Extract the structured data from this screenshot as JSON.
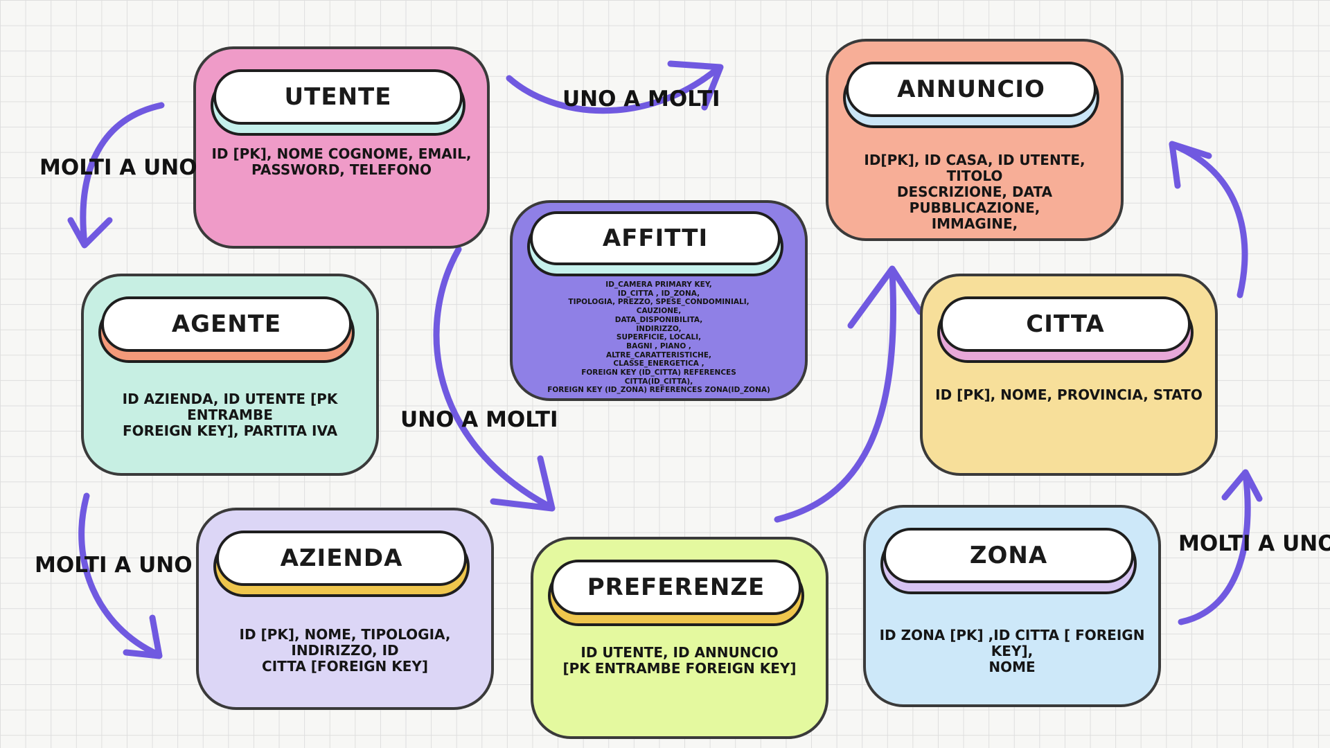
{
  "colors": {
    "arrow": "#7059e0",
    "utente": "#ef9bc8",
    "annuncio": "#f7ae97",
    "affitti": "#8f80e6",
    "agente": "#c7efe3",
    "citta": "#f7df9a",
    "azienda": "#dcd6f6",
    "preferenze": "#e4f99f",
    "zona": "#cde8f9"
  },
  "entities": {
    "utente": {
      "title": "UTENTE",
      "body": [
        "ID [PK], NOME COGNOME, EMAIL,",
        "PASSWORD, TELEFONO"
      ]
    },
    "annuncio": {
      "title": "ANNUNCIO",
      "body": [
        "ID[PK], ID CASA, ID UTENTE, TITOLO",
        "DESCRIZIONE, DATA PUBBLICAZIONE,",
        "IMMAGINE,"
      ]
    },
    "affitti": {
      "title": "AFFITTI",
      "body": [
        "ID_CAMERA PRIMARY KEY,",
        "ID_CITTA , ID_ZONA,",
        "TIPOLOGIA, PREZZO, SPESE_CONDOMINIALI,",
        "CAUZIONE,",
        "DATA_DISPONIBILITA,",
        "INDIRIZZO,",
        "SUPERFICIE, LOCALI,",
        "BAGNI , PIANO ,",
        "ALTRE_CARATTERISTICHE,",
        "CLASSE_ENERGETICA ,",
        "FOREIGN KEY (ID_CITTA) REFERENCES",
        "CITTA(ID_CITTA),",
        "FOREIGN KEY (ID_ZONA) REFERENCES ZONA(ID_ZONA)"
      ]
    },
    "agente": {
      "title": "AGENTE",
      "body": [
        "ID AZIENDA, ID UTENTE [PK ENTRAMBE",
        "FOREIGN KEY], PARTITA IVA"
      ]
    },
    "citta": {
      "title": "CITTA",
      "body": [
        "ID [PK], NOME, PROVINCIA, STATO"
      ]
    },
    "azienda": {
      "title": "AZIENDA",
      "body": [
        "ID [PK], NOME, TIPOLOGIA, INDIRIZZO, ID",
        "CITTA [FOREIGN KEY]"
      ]
    },
    "preferenze": {
      "title": "PREFERENZE",
      "body": [
        "ID UTENTE, ID ANNUNCIO",
        "[PK ENTRAMBE FOREIGN KEY]"
      ]
    },
    "zona": {
      "title": "ZONA",
      "body": [
        "ID ZONA [PK] ,ID CITTA [ FOREIGN KEY],",
        "NOME"
      ]
    }
  },
  "relations": {
    "utente_annuncio": "UNO A MOLTI",
    "utente_agente": "MOLTI A UNO",
    "utente_preferenze": "UNO A MOLTI",
    "agente_azienda": "MOLTI A UNO",
    "zona_citta": "MOLTI A UNO"
  }
}
